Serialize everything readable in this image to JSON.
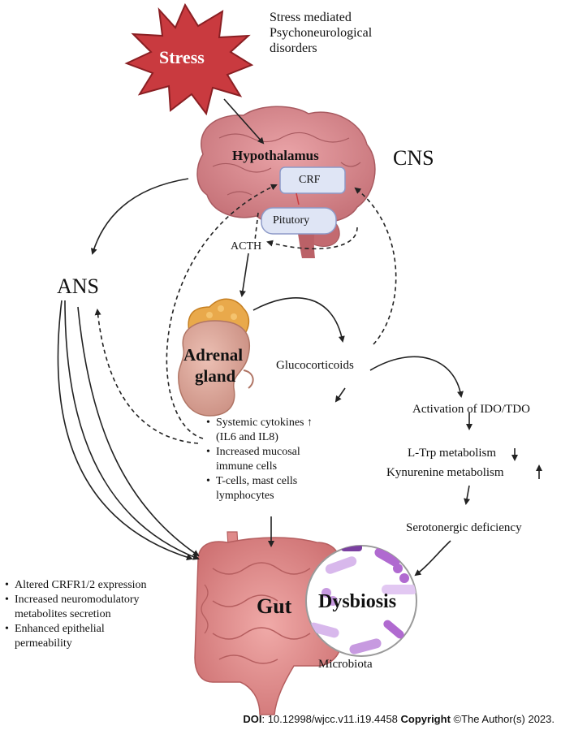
{
  "stress": {
    "label": "Stress",
    "caption_line1": "Stress mediated",
    "caption_line2": "Psychoneurological",
    "caption_line3": "disorders"
  },
  "brain": {
    "hypothalamus": "Hypothalamus",
    "crf": "CRF",
    "pitutory": "Pitutory",
    "acth": "ACTH",
    "cns": "CNS"
  },
  "ans": "ANS",
  "adrenal": {
    "line1": "Adrenal",
    "line2": "gland"
  },
  "glucocorticoids": "Glucocorticoids",
  "systemic_list": [
    {
      "line1": "Systemic cytokines ↑",
      "line2": "(IL6 and IL8)"
    },
    {
      "line1": "Increased mucosal",
      "line2": "immune cells"
    },
    {
      "line1": "T-cells, mast cells",
      "line2": "lymphocytes"
    }
  ],
  "pathway": {
    "ido": "Activation of IDO/TDO",
    "ltrp": "L-Trp metabolism",
    "kyn": "Kynurenine metabolism",
    "sero": "Serotonergic deficiency"
  },
  "gut_list": [
    {
      "line1": "Altered CRFR1/2 expression",
      "line2": ""
    },
    {
      "line1": "Increased neuromodulatory",
      "line2": "metabolites secretion"
    },
    {
      "line1": "Enhanced epithelial",
      "line2": "permeability"
    }
  ],
  "gut": "Gut",
  "dysbiosis": "Dysbiosis",
  "microbiota": "Microbiota",
  "footer": {
    "doi_label": "DOI",
    "doi_value": ": 10.12998/wjcc.v11.i19.4458 ",
    "copyright_label": "Copyright",
    "copyright_value": " ©The Author(s) 2023."
  },
  "colors": {
    "stress_fill": "#c93a3f",
    "brain": "#d88a8f",
    "adrenal_top": "#e9a94b",
    "kidney": "#d9a295",
    "gut": "#df8a8a",
    "microbe_purple": "#b06ad0"
  }
}
